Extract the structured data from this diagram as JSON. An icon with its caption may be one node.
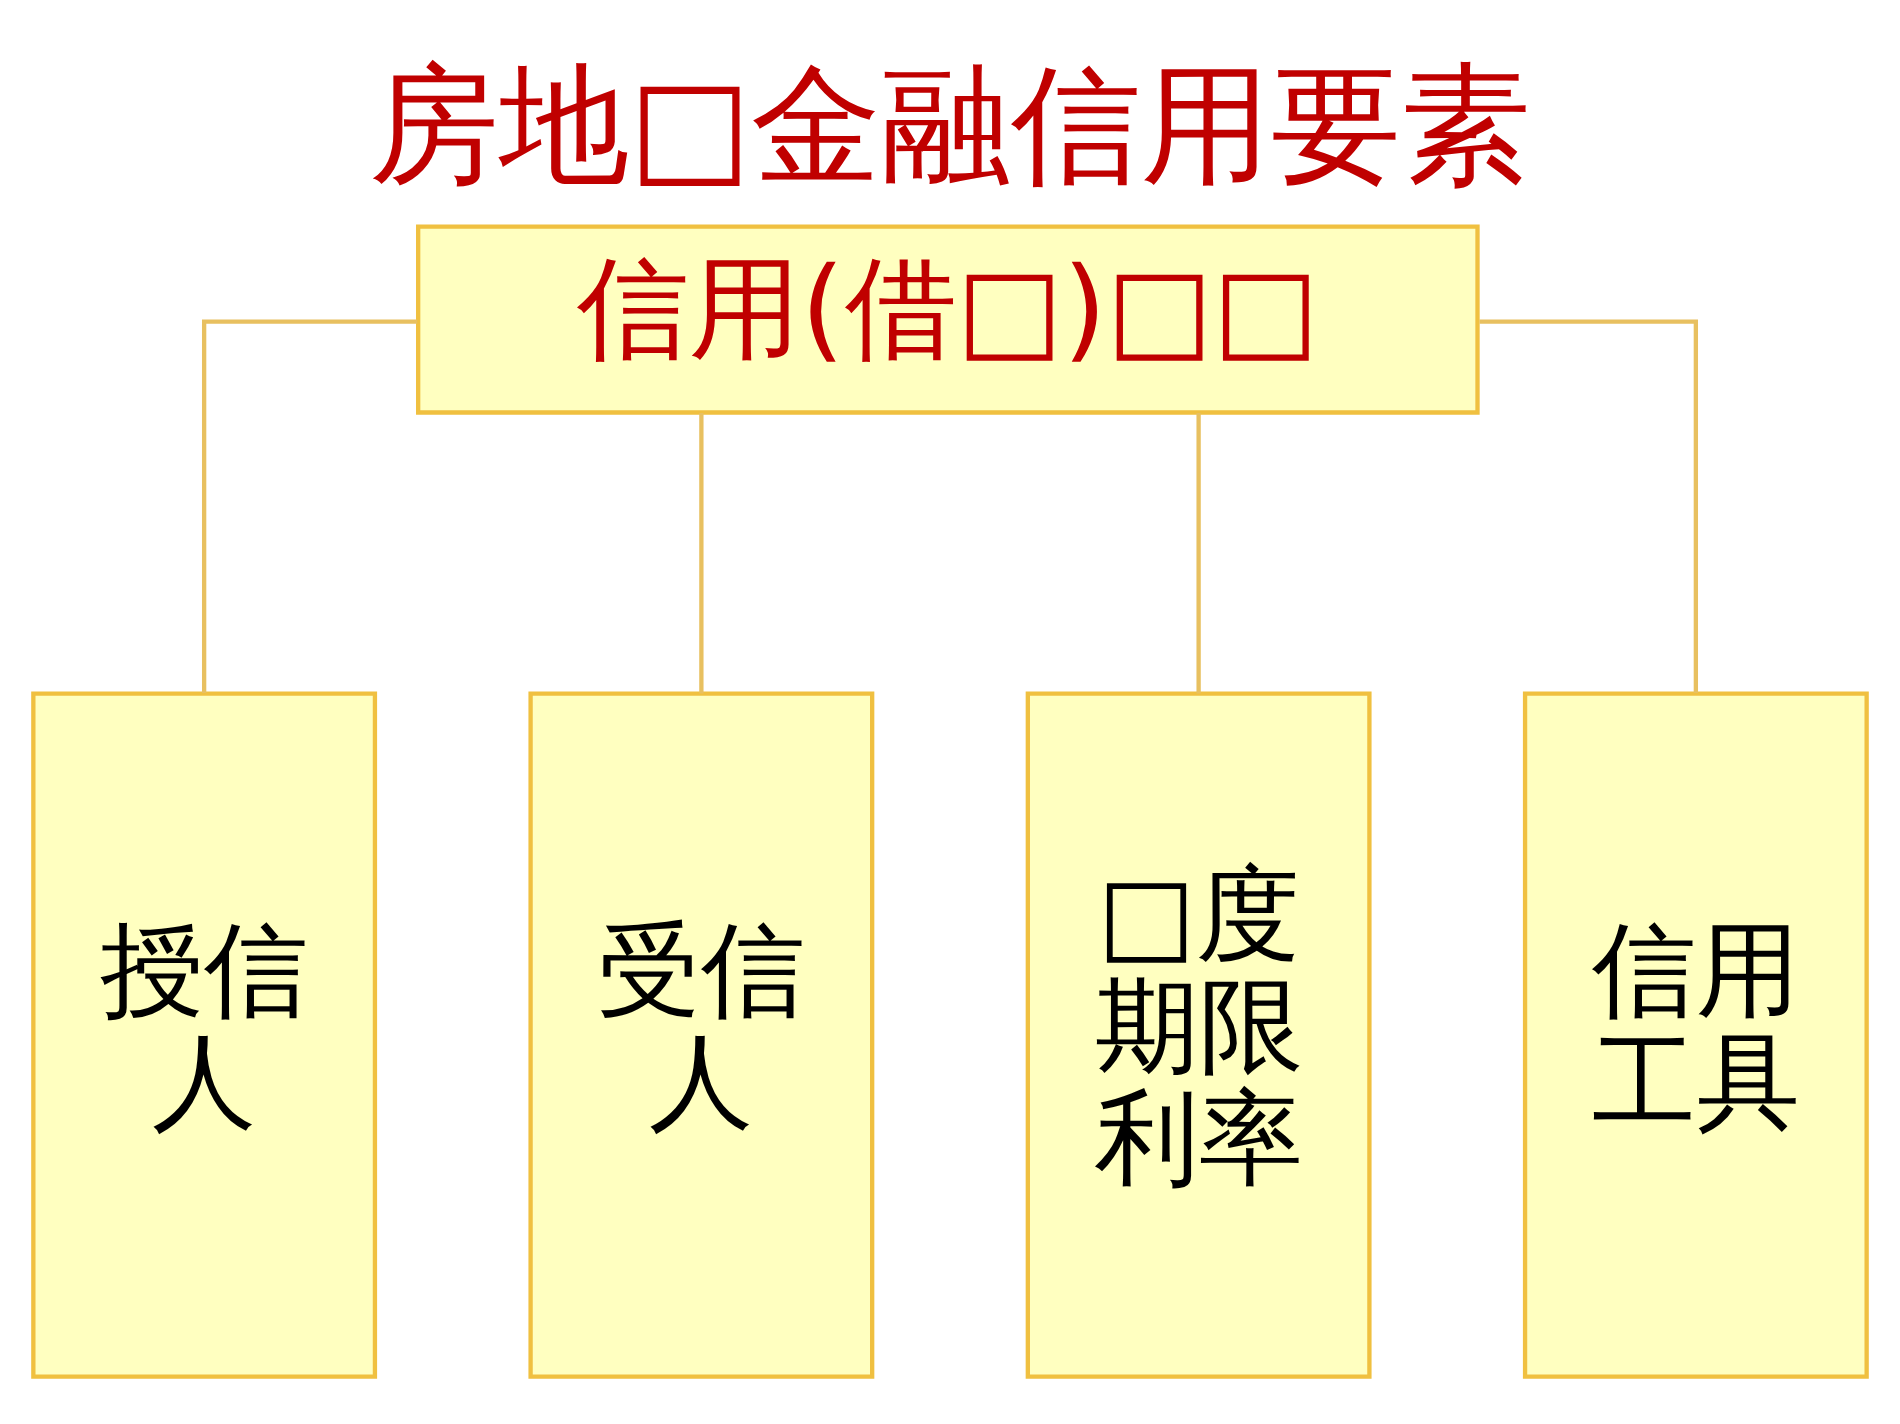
{
  "diagram": {
    "title": "房地□金融信用要素",
    "nodes": [
      {
        "text": [
          "信用(借□)□□"
        ]
      },
      {
        "text": [
          "授信人"
        ]
      },
      {
        "text": [
          "受信人"
        ]
      },
      {
        "text": [
          "□度期限利率"
        ]
      },
      {
        "text": [
          "信用工具"
        ]
      }
    ],
    "edges": [
      {
        "from": 0,
        "to": 1,
        "arrow": "none"
      },
      {
        "from": 0,
        "to": 2,
        "arrow": "none"
      },
      {
        "from": 0,
        "to": 3,
        "arrow": "none"
      },
      {
        "from": 0,
        "to": 4,
        "arrow": "none"
      }
    ]
  }
}
